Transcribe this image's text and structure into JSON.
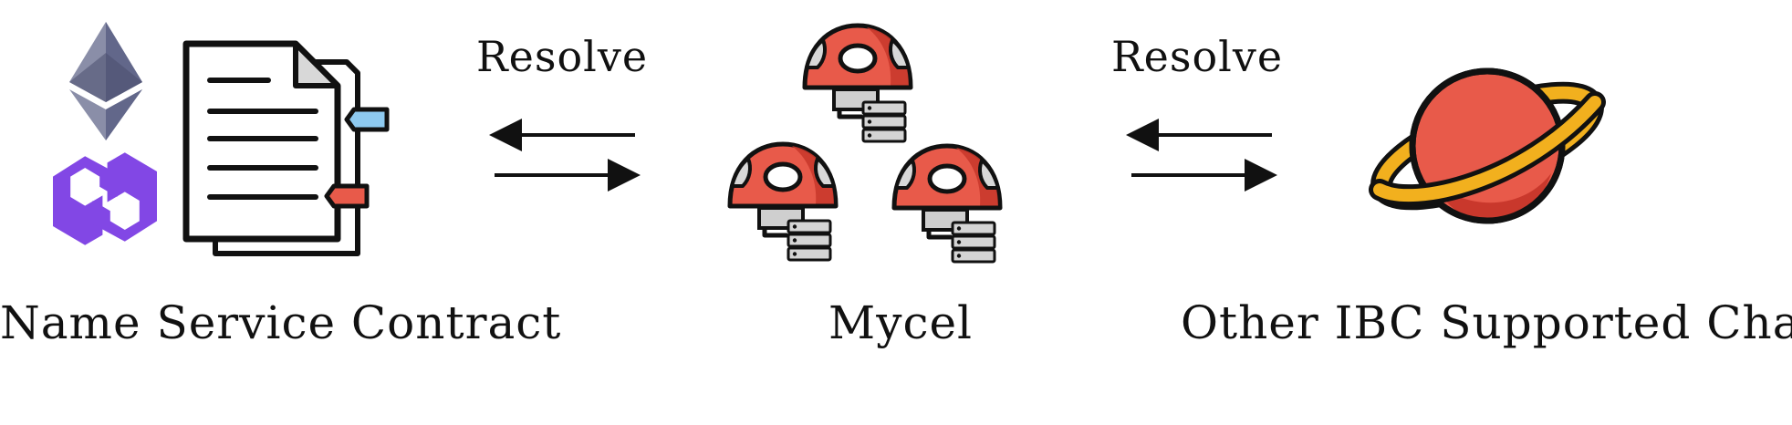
{
  "labels": {
    "name_service": "Name Service Contract",
    "mycel": "Mycel",
    "other_chains": "Other IBC Supported Chains",
    "resolve_left": "Resolve",
    "resolve_right": "Resolve"
  },
  "icons": {
    "ethereum": "ethereum-logo-icon",
    "polygon": "polygon-logo-icon",
    "contract": "document-icon",
    "mycel": "mushroom-server-icon",
    "planet": "planet-icon",
    "arrows": "bidirectional-arrows-icon"
  },
  "colors": {
    "mushroom_red": "#E85A4A",
    "mushroom_dark_red": "#C9382C",
    "planet_red": "#E85A4A",
    "ring_yellow": "#F2B01E",
    "polygon_purple": "#8247E5",
    "ethereum_gray": "#6B6F8A",
    "tab_blue": "#8ECAF0",
    "tab_red": "#E85A4A",
    "server_gray": "#D4D4D4",
    "stroke": "#111111"
  }
}
